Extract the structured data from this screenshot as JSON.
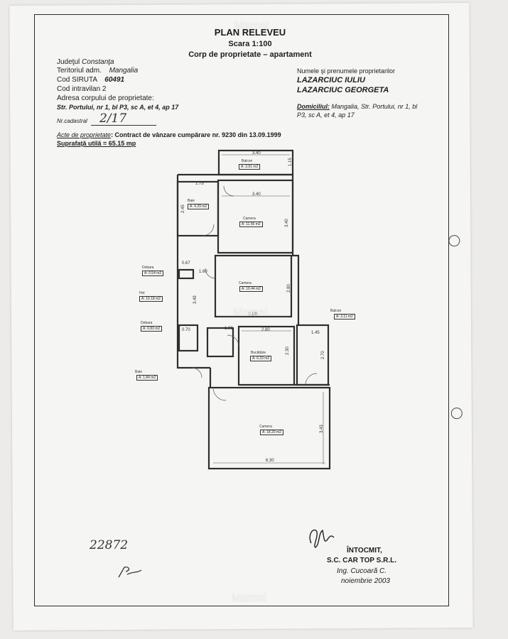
{
  "header": {
    "title": "PLAN RELEVEU",
    "scale": "Scara 1:100",
    "subtitle": "Corp de proprietate – apartament"
  },
  "left_info": {
    "judet_label": "Judeţul",
    "judet_value": "Constanţa",
    "teritoriu_label": "Teritoriul adm.",
    "teritoriu_value": "Mangalia",
    "siruta_label": "Cod SIRUTA",
    "siruta_value": "60491",
    "intravilan": "Cod intravilan 2",
    "adresa_label": "Adresa corpului de proprietate:",
    "adresa_value": "Str. Portului, nr 1, bl P3, sc A, et 4, ap 17",
    "cadastru_label": "Nr.cadastral",
    "cadastru_value": "2/17"
  },
  "right_info": {
    "owners_label": "Numele şi prenumele proprietarilor",
    "owner1": "LAZARCIUC IULIU",
    "owner2": "LAZARCIUC GEORGETA",
    "domiciliu_label": "Domiciliul:",
    "domiciliu_value": "Mangalia, Str. Portului, nr 1, bl",
    "domiciliu_value2": "P3, sc A, et 4, ap 17"
  },
  "acte": {
    "label": "Acte de proprietate",
    "value": ": Contract de vânzare cumpărare nr. 9230 din 13.09.1999"
  },
  "suprafata": "Suprafaţă utilă = 65.15 mp",
  "plan": {
    "rooms": {
      "balcon_top": "Balcon",
      "balcon_top_area": "A: 3.91 m2",
      "baie_top": "Baie",
      "baie_top_area": "A: 4.29 m2",
      "camera1": "Camera",
      "camera1_area": "A: 11.56 m2",
      "debara": "Debara",
      "debara_area": "A: 0.54 m2",
      "camera2": "Camera",
      "camera2_area": "A: 10.44 m2",
      "hol": "Hol",
      "hol_area": "A: 10.18 m2",
      "balcon_right": "Balcon",
      "balcon_right_area": "A: 3.11 m2",
      "debara2": "Debara",
      "debara2_area": "A: 0.83 m2",
      "bucatarie": "Bucătărie",
      "bucatarie_area": "A: 6.33 m2",
      "baie_small": "Baie",
      "baie_small_area": "A: 1.84 m2",
      "camera3": "Camera",
      "camera3_area": "A: 18.20 m2"
    },
    "dims": {
      "d340a": "3.40",
      "d115": "1.15",
      "d175": "1.75",
      "d340b": "3.40",
      "d245": "2.45",
      "d340c": "3.40",
      "d067": "0.67",
      "d160": "1.60",
      "d349": "3.49",
      "d280a": "2.80",
      "d350": "3.50",
      "d070": "0.70",
      "d106": "1.06",
      "d280b": "2.80",
      "d145": "1.45",
      "d230": "2.30",
      "d270": "2.70",
      "d343": "3.43",
      "d630": "6.30"
    }
  },
  "footer": {
    "intocmit": "ÎNTOCMIT,",
    "firma": "S.C. CAR TOP S.R.L.",
    "inginer": "Ing. Cucoară C.",
    "data": "noiembrie 2003",
    "hand_number": "22872"
  },
  "watermark": "Marcel"
}
